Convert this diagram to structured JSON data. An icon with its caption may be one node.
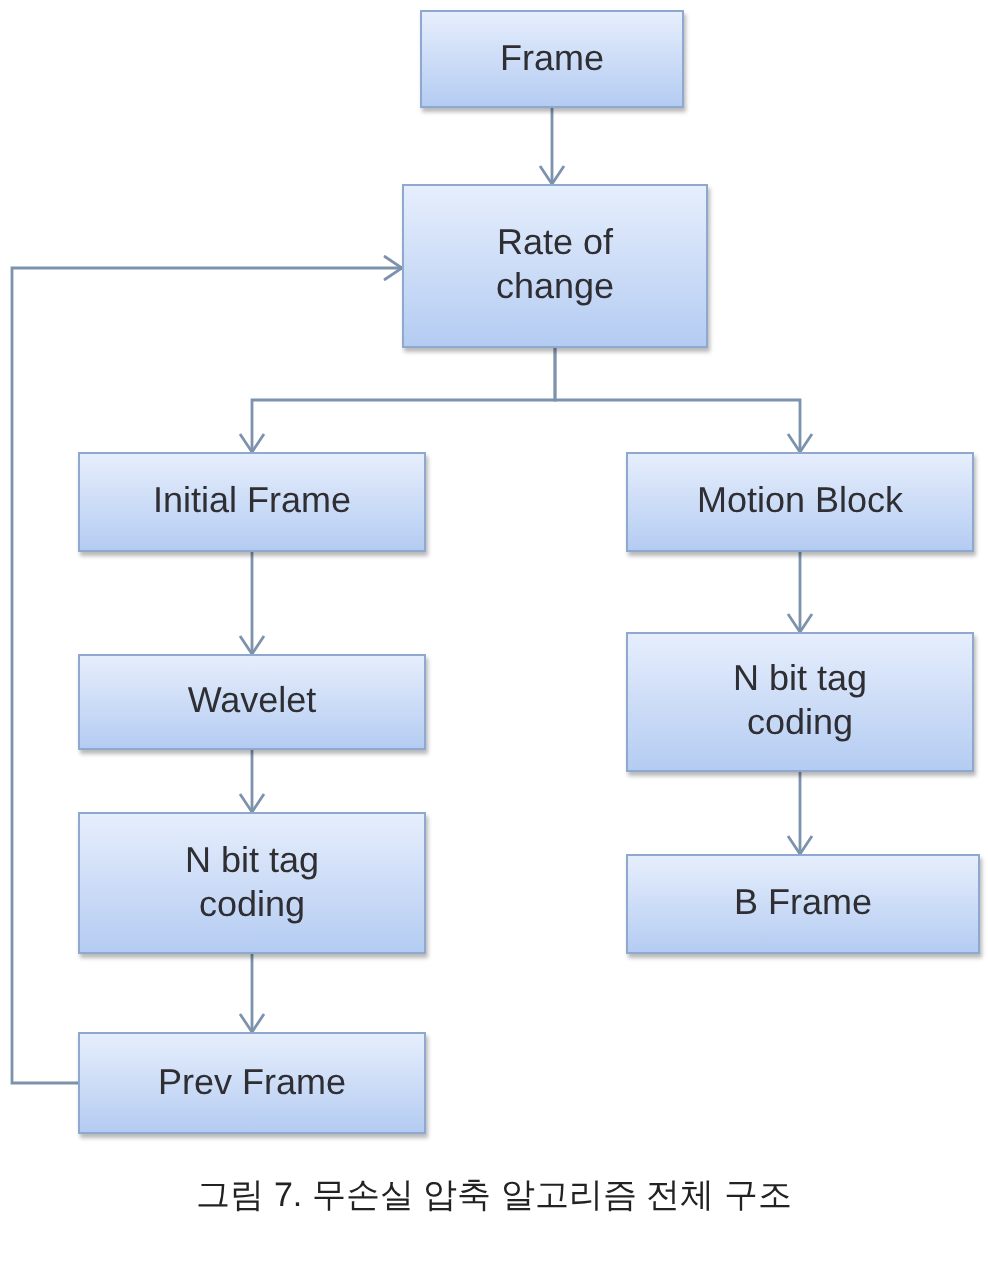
{
  "diagram": {
    "caption": "그림 7. 무손실 압축 알고리즘 전체 구조",
    "nodes": [
      {
        "text": [
          "Frame"
        ]
      },
      {
        "text": [
          "Rate of change"
        ]
      },
      {
        "text": [
          "Initial Frame"
        ]
      },
      {
        "text": [
          "Wavelet"
        ]
      },
      {
        "text": [
          "N bit tag coding"
        ]
      },
      {
        "text": [
          "Prev Frame"
        ]
      },
      {
        "text": [
          "Motion Block"
        ]
      },
      {
        "text": [
          "N bit tag coding"
        ]
      },
      {
        "text": [
          "B Frame"
        ]
      }
    ],
    "edges": [
      {
        "from": 0,
        "to": 1,
        "arrow": "to"
      },
      {
        "from": 1,
        "to": 2,
        "arrow": "to"
      },
      {
        "from": 1,
        "to": 6,
        "arrow": "to"
      },
      {
        "from": 2,
        "to": 3,
        "arrow": "to"
      },
      {
        "from": 3,
        "to": 4,
        "arrow": "to"
      },
      {
        "from": 4,
        "to": 5,
        "arrow": "to"
      },
      {
        "from": 5,
        "to": 1,
        "arrow": "to"
      },
      {
        "from": 6,
        "to": 7,
        "arrow": "to"
      },
      {
        "from": 7,
        "to": 8,
        "arrow": "to"
      }
    ]
  }
}
